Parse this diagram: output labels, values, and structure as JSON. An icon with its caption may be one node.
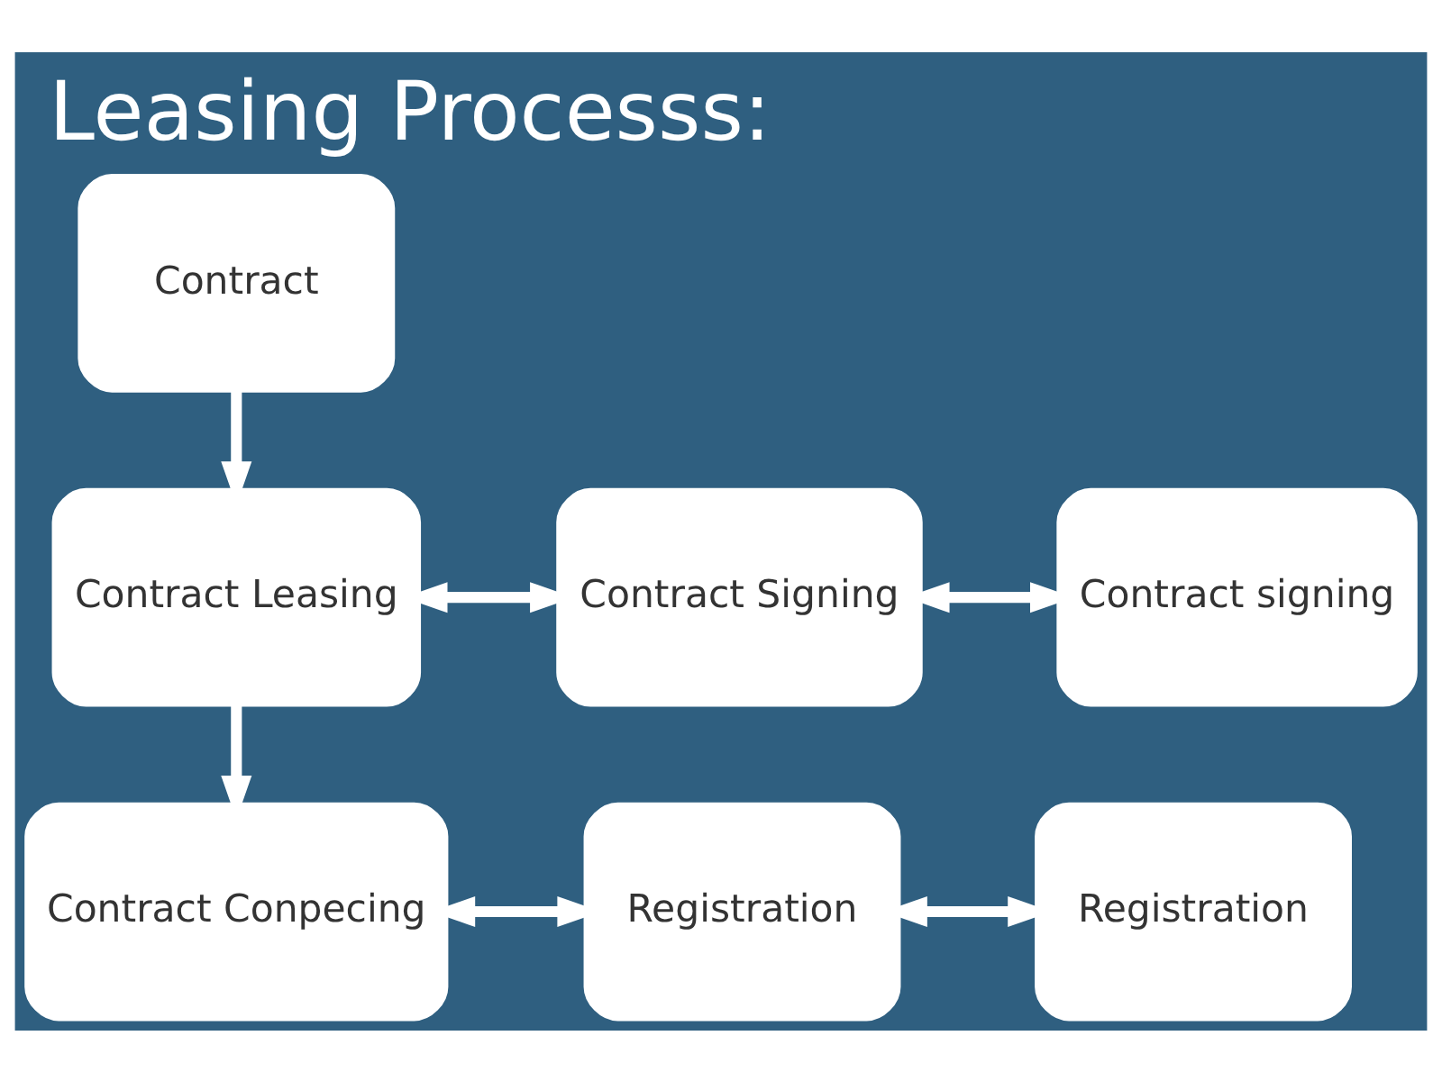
{
  "diagram": {
    "title": "Leasing Processs:",
    "nodes": [
      {
        "text": [
          "Contract"
        ]
      },
      {
        "text": [
          "Contract Leasing"
        ]
      },
      {
        "text": [
          "Contract Signing"
        ]
      },
      {
        "text": [
          "Contract signing"
        ]
      },
      {
        "text": [
          "Contract Conpecing"
        ]
      },
      {
        "text": [
          "Registration"
        ]
      },
      {
        "text": [
          "Registration"
        ]
      }
    ],
    "edges": [
      {
        "from": 0,
        "to": 1,
        "arrow": "to"
      },
      {
        "from": 1,
        "to": 2,
        "arrow": "both"
      },
      {
        "from": 2,
        "to": 3,
        "arrow": "both"
      },
      {
        "from": 1,
        "to": 4,
        "arrow": "to"
      },
      {
        "from": 4,
        "to": 5,
        "arrow": "both"
      },
      {
        "from": 5,
        "to": 6,
        "arrow": "both"
      }
    ]
  }
}
